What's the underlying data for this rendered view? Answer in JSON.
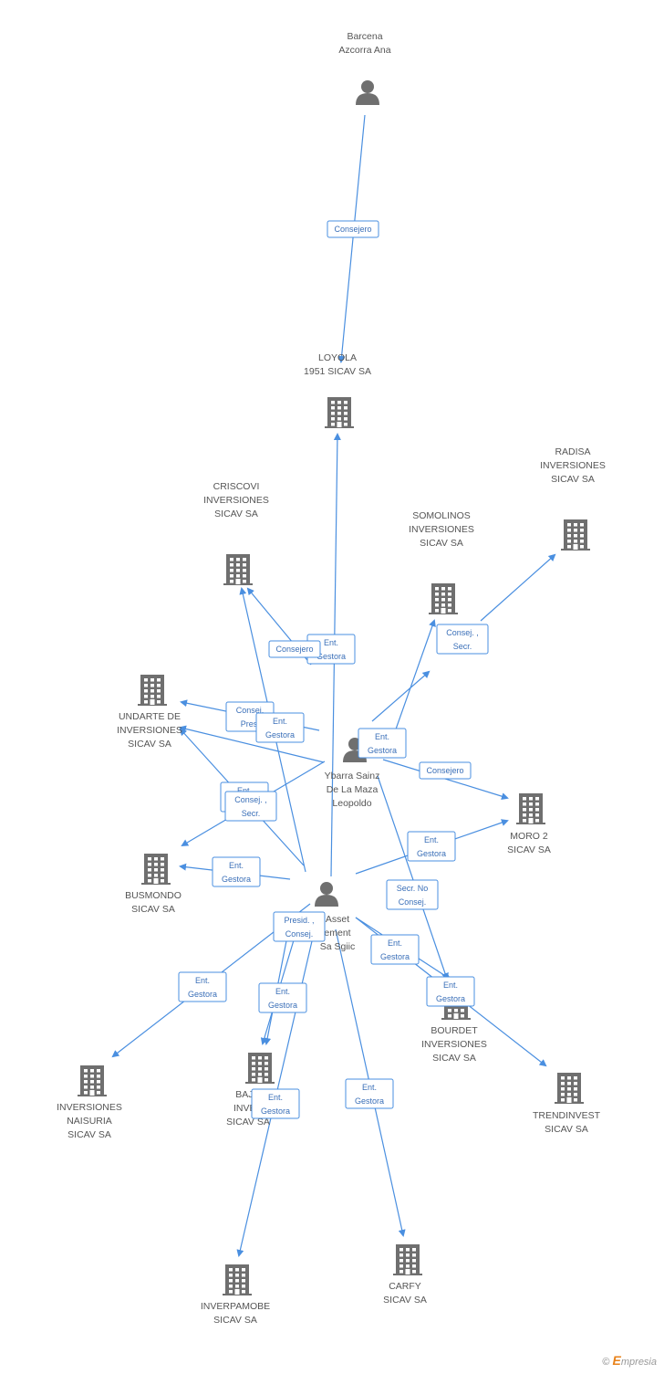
{
  "nodes": [
    {
      "id": "barcena",
      "type": "person",
      "label": [
        "Barcena",
        "Azcorra Ana"
      ]
    },
    {
      "id": "loyola",
      "type": "company",
      "label": [
        "LOYOLA",
        "1951 SICAV SA"
      ]
    },
    {
      "id": "radisa",
      "type": "company",
      "label": [
        "RADISA",
        "INVERSIONES",
        "SICAV SA"
      ]
    },
    {
      "id": "criscovi",
      "type": "company",
      "label": [
        "CRISCOVI",
        "INVERSIONES",
        "SICAV SA"
      ]
    },
    {
      "id": "somolinos",
      "type": "company",
      "label": [
        "SOMOLINOS",
        "INVERSIONES",
        "SICAV SA"
      ]
    },
    {
      "id": "undarte",
      "type": "company",
      "label": [
        "UNDARTE DE",
        "INVERSIONES",
        "SICAV SA"
      ]
    },
    {
      "id": "ybarra",
      "type": "person",
      "label": [
        "Ybarra Sainz",
        "De La Maza",
        "Leopoldo"
      ]
    },
    {
      "id": "moro2",
      "type": "company",
      "label": [
        "MORO 2",
        "SICAV SA"
      ]
    },
    {
      "id": "busmondo",
      "type": "company",
      "label": [
        "BUSMONDO",
        "SICAV SA"
      ]
    },
    {
      "id": "asset",
      "type": "person",
      "label": [
        "Asset",
        "ement",
        "Sa Sgiic"
      ]
    },
    {
      "id": "bourdet",
      "type": "company",
      "label": [
        "BOURDET",
        "INVERSIONES",
        "SICAV SA"
      ]
    },
    {
      "id": "naisuria",
      "type": "company",
      "label": [
        "INVERSIONES",
        "NAISURIA",
        "SICAV SA"
      ]
    },
    {
      "id": "bajo",
      "type": "company",
      "label": [
        "BAJO",
        "INVER",
        "SICAV SA"
      ]
    },
    {
      "id": "trendinvest",
      "type": "company",
      "label": [
        "TRENDINVEST",
        "SICAV SA"
      ]
    },
    {
      "id": "inverpamobe",
      "type": "company",
      "label": [
        "INVERPAMOBE",
        "SICAV SA"
      ]
    },
    {
      "id": "carfy",
      "type": "company",
      "label": [
        "CARFY",
        "SICAV SA"
      ]
    }
  ],
  "relations": [
    {
      "id": "r1",
      "label": [
        "Consejero"
      ]
    },
    {
      "id": "r2",
      "label": [
        "Ent.",
        "Gestora"
      ]
    },
    {
      "id": "r3",
      "label": [
        "Consej. ,",
        "Secr."
      ]
    },
    {
      "id": "r4",
      "label": [
        "Consejero"
      ]
    },
    {
      "id": "r5",
      "label": [
        "Consej.",
        "Presi"
      ]
    },
    {
      "id": "r6",
      "label": [
        "Ent.",
        "Gestora"
      ]
    },
    {
      "id": "r7",
      "label": [
        "Ent.",
        "Gestora"
      ]
    },
    {
      "id": "r8",
      "label": [
        "Consejero"
      ]
    },
    {
      "id": "r9",
      "label": [
        "Ent.",
        ""
      ]
    },
    {
      "id": "r10",
      "label": [
        "Consej. ,",
        "Secr."
      ]
    },
    {
      "id": "r11",
      "label": [
        "Ent.",
        "Gestora"
      ]
    },
    {
      "id": "r12",
      "label": [
        "Ent.",
        "Gestora"
      ]
    },
    {
      "id": "r13",
      "label": [
        "Secr.  No",
        "Consej."
      ]
    },
    {
      "id": "r14",
      "label": [
        "Presid. ,",
        "Consej."
      ]
    },
    {
      "id": "r15",
      "label": [
        "Ent.",
        "Gestora"
      ]
    },
    {
      "id": "r16",
      "label": [
        "Ent.",
        "Gestora"
      ]
    },
    {
      "id": "r17",
      "label": [
        "Ent.",
        "Gestora"
      ]
    },
    {
      "id": "r18",
      "label": [
        "Ent.",
        "Gestora"
      ]
    },
    {
      "id": "r19",
      "label": [
        "Ent.",
        "Gestora"
      ]
    },
    {
      "id": "r20",
      "label": [
        "Ent.",
        "Gestora"
      ]
    }
  ],
  "brand": {
    "copyright": "©",
    "initial": "E",
    "rest": "mpresia"
  },
  "colors": {
    "edge": "#4a8fe0",
    "icon": "#6f6f6f",
    "label": "#555555",
    "relation_text": "#3a6fb8"
  }
}
